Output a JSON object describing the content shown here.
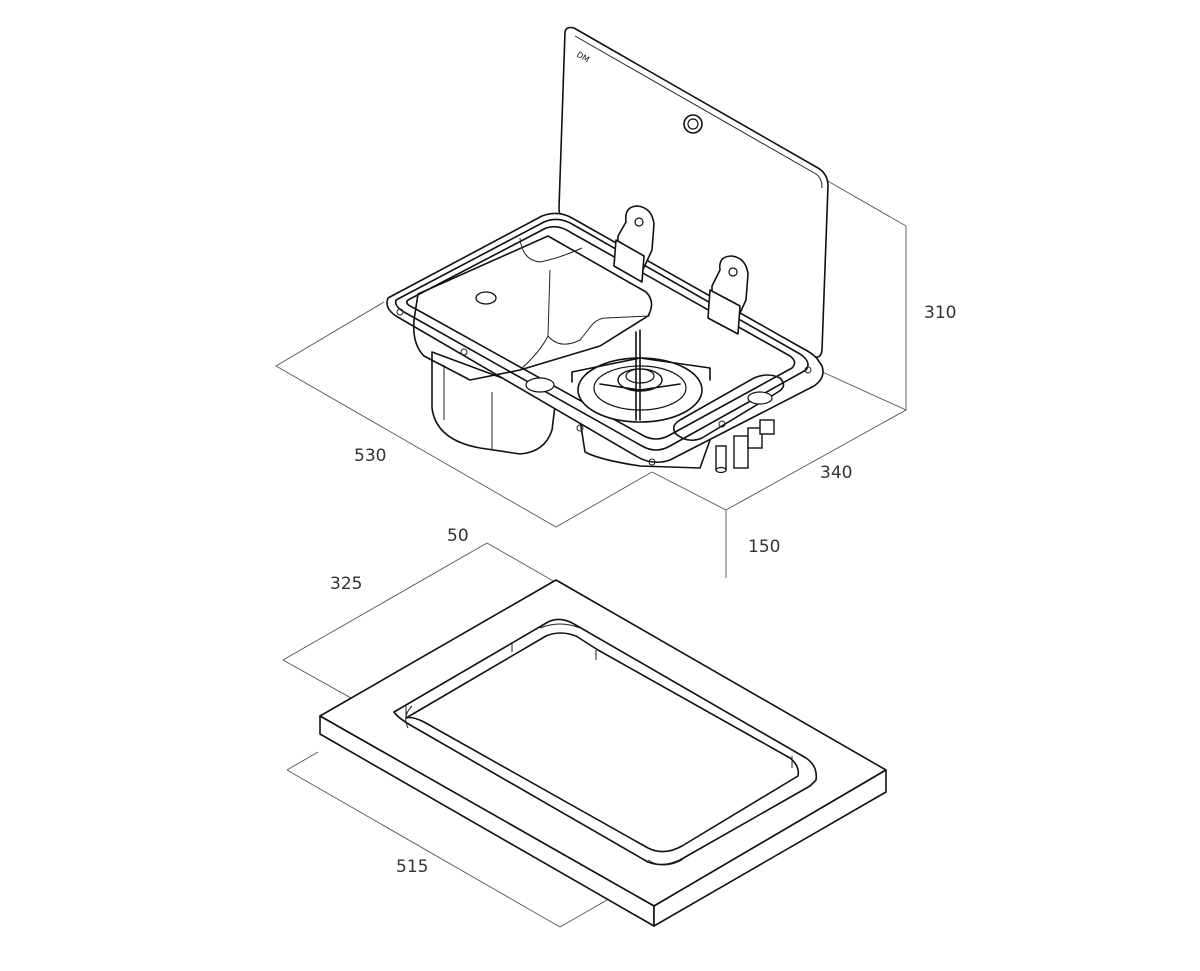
{
  "dimensions": {
    "sink_length": "530",
    "sink_depth": "340",
    "lid_height": "310",
    "body_height": "150",
    "cutout_offset": "50",
    "cutout_width": "325",
    "cutout_length": "515"
  }
}
